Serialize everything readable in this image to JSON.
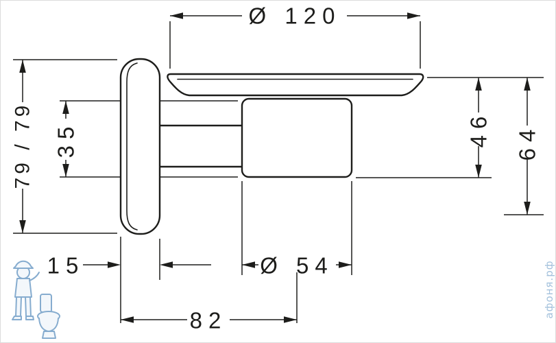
{
  "dims": {
    "top_diameter": "Ø 120",
    "left_height": "79 / 79",
    "left_inner": "35",
    "right_inner": "46",
    "right_outer": "64",
    "bottom_thickness": "15",
    "bottom_diameter": "Ø 54",
    "bottom_depth": "82"
  },
  "watermark": {
    "site": "афоня.рф"
  },
  "colors": {
    "line": "#1d1d1b",
    "wm_stroke": "#79a4ca",
    "wm_text": "#a3c1dc"
  }
}
